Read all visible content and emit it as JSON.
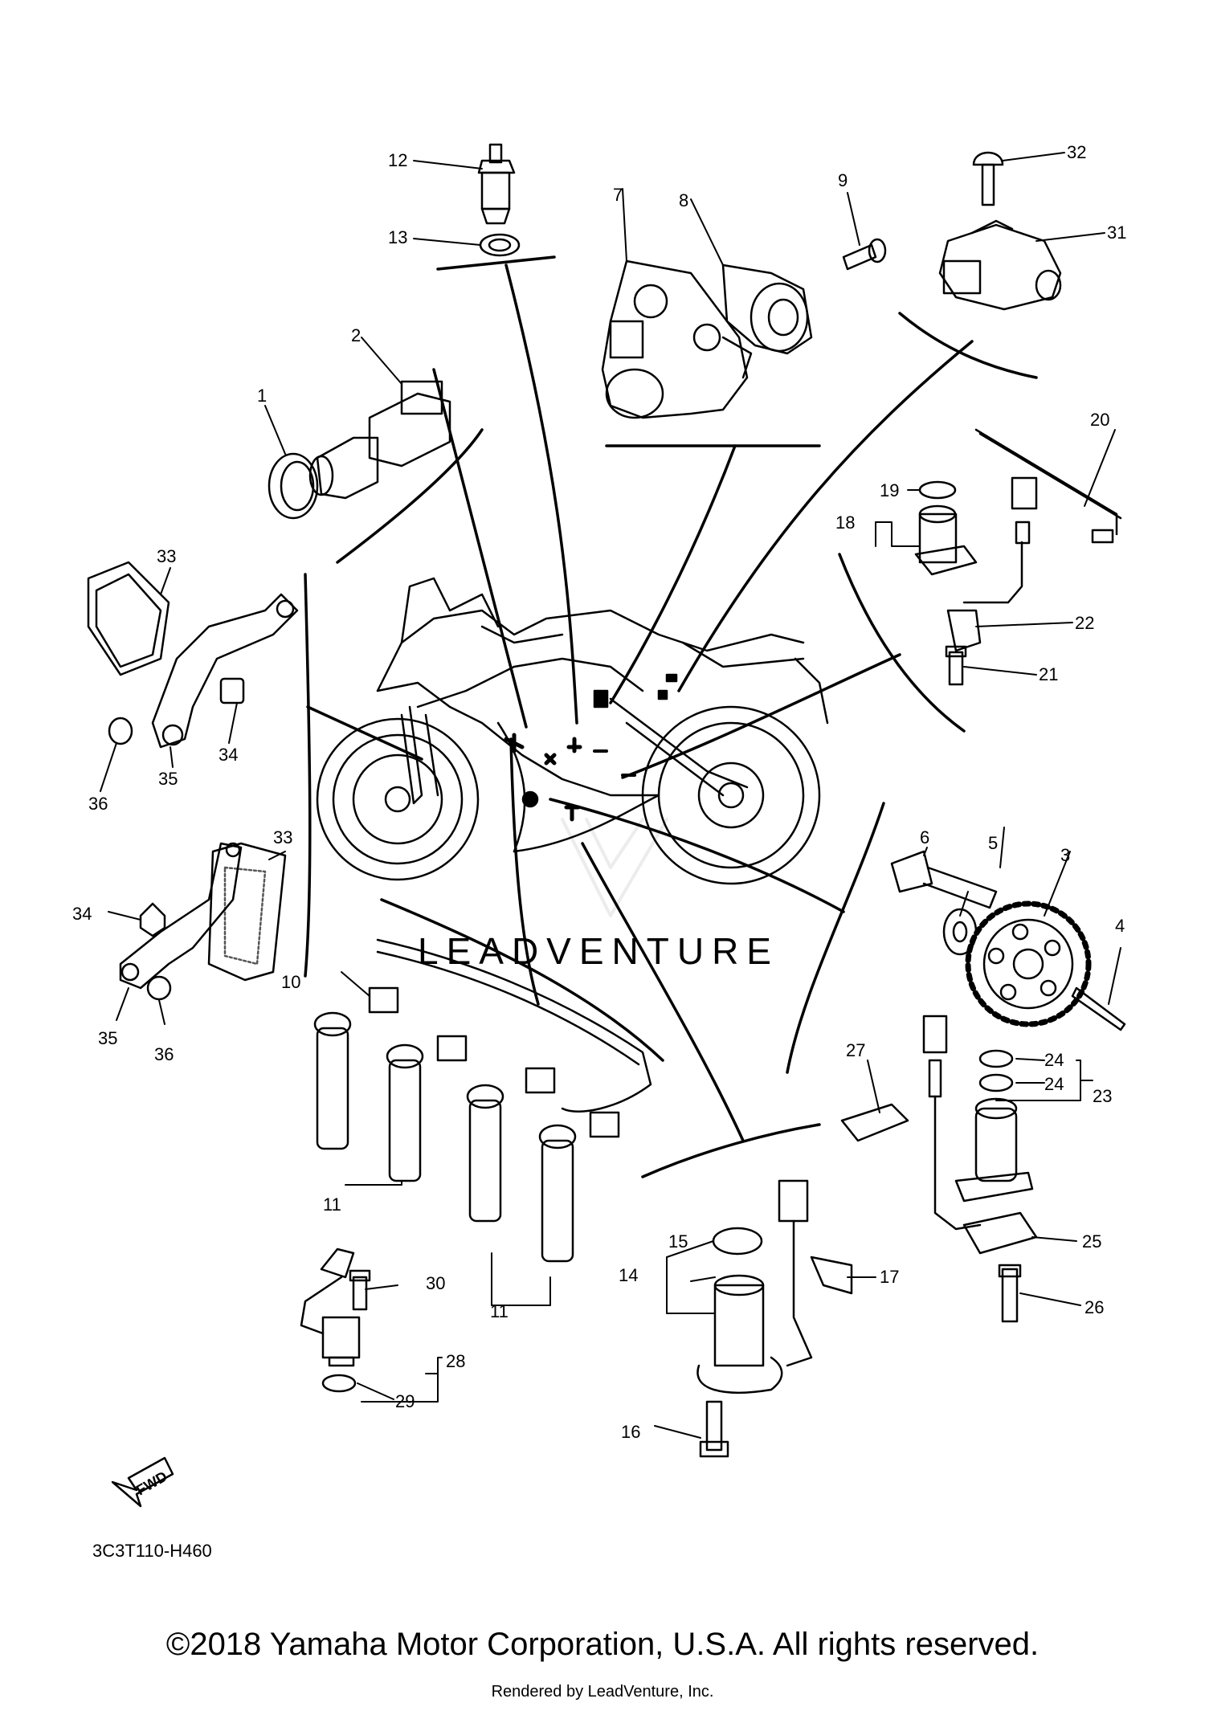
{
  "watermark": "LEADVENTURE",
  "fwd_label": "FWD",
  "diagram_code": "3C3T110-H460",
  "copyright": "©2018 Yamaha Motor Corporation, U.S.A. All rights reserved.",
  "rendered_by": "Rendered by LeadVenture, Inc.",
  "callouts": {
    "c1": "1",
    "c2": "2",
    "c3": "3",
    "c4": "4",
    "c5": "5",
    "c6": "6",
    "c7": "7",
    "c8": "8",
    "c9": "9",
    "c10": "10",
    "c11a": "11",
    "c11b": "11",
    "c12": "12",
    "c13": "13",
    "c14": "14",
    "c15": "15",
    "c16": "16",
    "c17": "17",
    "c18": "18",
    "c19": "19",
    "c20": "20",
    "c21": "21",
    "c22": "22",
    "c23": "23",
    "c24a": "24",
    "c24b": "24",
    "c25": "25",
    "c26": "26",
    "c27": "27",
    "c28": "28",
    "c29": "29",
    "c30": "30",
    "c31": "31",
    "c32": "32",
    "c33a": "33",
    "c33b": "33",
    "c34a": "34",
    "c34b": "34",
    "c35a": "35",
    "c35b": "35",
    "c36a": "36",
    "c36b": "36"
  }
}
